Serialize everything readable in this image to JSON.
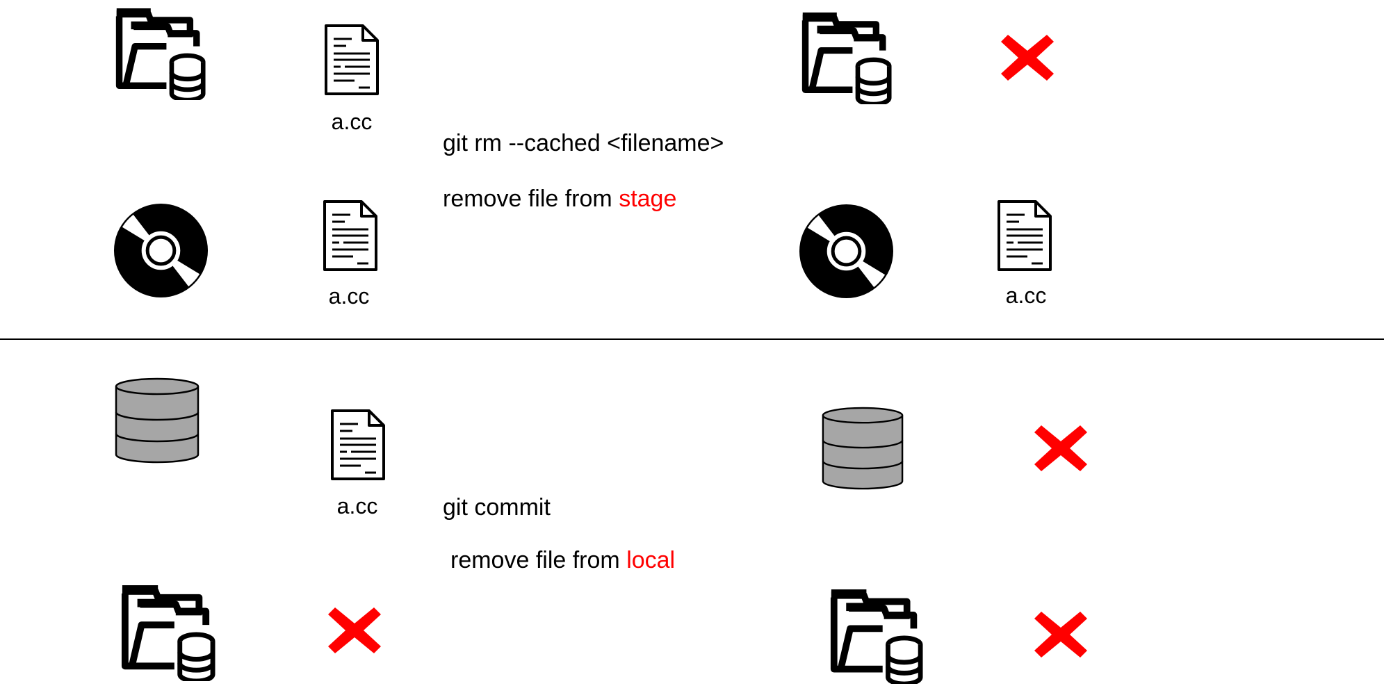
{
  "top": {
    "command": "git rm --cached <filename>",
    "description_prefix": "remove file from ",
    "description_highlight": "stage",
    "before": {
      "stage_icon": "folder-database-icon",
      "stage_file": "a.cc",
      "working_icon": "disc-icon",
      "working_file": "a.cc"
    },
    "after": {
      "stage_icon": "folder-database-icon",
      "stage_file_removed_icon": "red-x-icon",
      "working_icon": "disc-icon",
      "working_file": "a.cc"
    }
  },
  "bottom": {
    "command": "git commit",
    "description_prefix": "remove file from ",
    "description_highlight": "local",
    "before": {
      "local_icon": "database-icon",
      "local_file": "a.cc",
      "stage_icon": "folder-database-icon",
      "stage_file_removed_icon": "red-x-icon"
    },
    "after": {
      "local_icon": "database-icon",
      "local_file_removed_icon": "red-x-icon",
      "stage_icon": "folder-database-icon",
      "stage_file_removed_icon": "red-x-icon"
    }
  },
  "colors": {
    "highlight": "#ff0000",
    "database_fill": "#a6a6a6",
    "icon": "#000000"
  }
}
